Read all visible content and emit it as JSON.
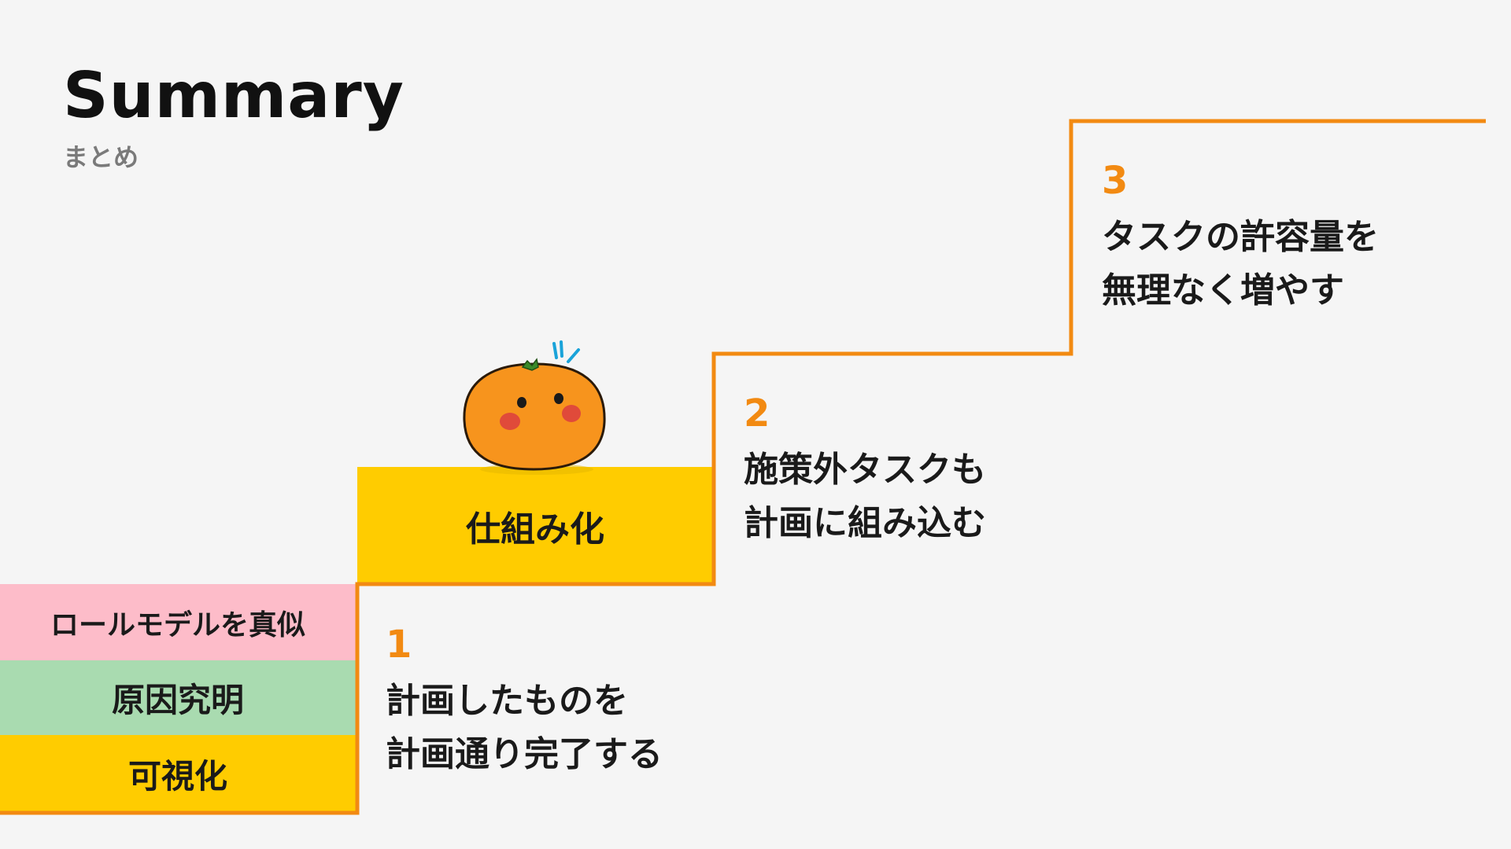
{
  "header": {
    "title": "Summary",
    "subtitle": "まとめ"
  },
  "base_blocks": {
    "role_model": "ロールモデルを真似",
    "root_cause": "原因究明",
    "visualize": "可視化"
  },
  "mid_block": {
    "label": "仕組み化"
  },
  "steps": [
    {
      "number": "1",
      "lines": [
        "計画したものを",
        "計画通り完了する"
      ]
    },
    {
      "number": "2",
      "lines": [
        "施策外タスクも",
        "計画に組み込む"
      ]
    },
    {
      "number": "3",
      "lines": [
        "タスクの許容量を",
        "無理なく増やす"
      ]
    }
  ],
  "colors": {
    "accent": "#f28a12",
    "stair_line": "#f28a12",
    "pink": "#fdbcc9",
    "green": "#a9dbb0",
    "yellow": "#ffcc00",
    "mandarin": "#f7941d"
  },
  "icons": {
    "mascot": "mandarin-orange-character-icon"
  }
}
